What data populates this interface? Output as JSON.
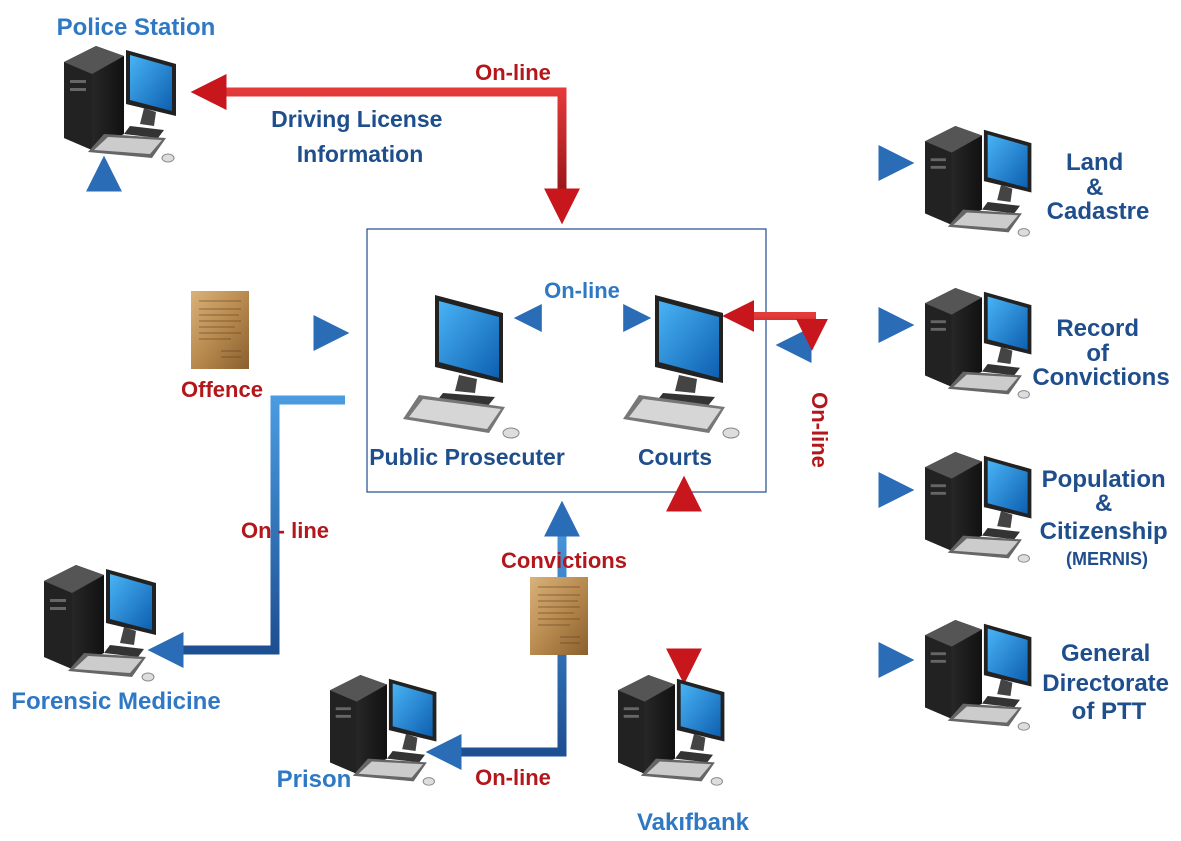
{
  "nodes": {
    "police_station": "Police Station",
    "forensic_medicine": "Forensic Medicine",
    "prison": "Prison",
    "vakifbank": "Vakıfbank",
    "public_prosecuter": "Public Prosecuter",
    "courts": "Courts",
    "land": [
      "Land",
      "&",
      "Cadastre"
    ],
    "record": [
      "Record",
      "of",
      "Convictions"
    ],
    "population": [
      "Population",
      "&",
      "Citizenship",
      "(MERNIS)"
    ],
    "ptt": [
      "General",
      "Directorate",
      "of PTT"
    ]
  },
  "edge_labels": {
    "online_top": "On-line",
    "driving_license": [
      "Driving License",
      "Information"
    ],
    "online_center": "On-line",
    "offence": "Offence",
    "online_forensic": "On - line",
    "convictions": "Convictions",
    "online_prison": "On-line",
    "online_right": "On-line"
  },
  "colors": {
    "blue_arrow": "#2a6cb5",
    "red_arrow": "#c8161d",
    "node_label": "#1f4e8c",
    "edge_label_red": "#b3161b",
    "monitor_screen": "#1e88d8"
  },
  "icons": {
    "computer": "desktop-computer-icon",
    "document": "document-icon"
  }
}
